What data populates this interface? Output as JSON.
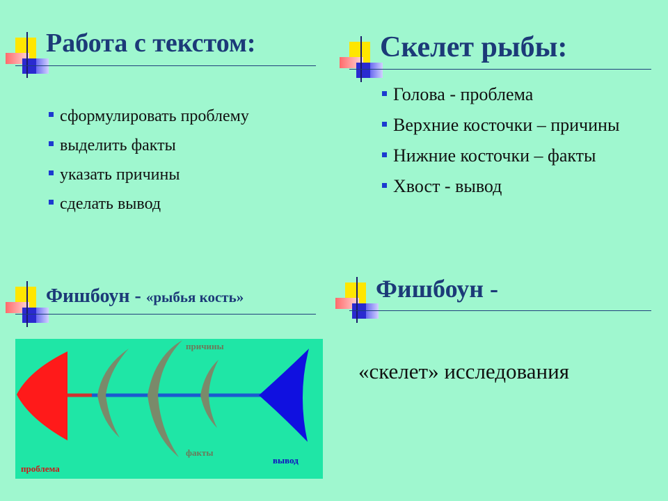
{
  "q1": {
    "title": "Работа с текстом:",
    "items": [
      "сформулировать проблему",
      "выделить факты",
      "указать причины",
      "сделать вывод"
    ]
  },
  "q2": {
    "title": "Скелет рыбы:",
    "items": [
      "Голова - проблема",
      "Верхние косточки – причины",
      "Нижние косточки – факты",
      "Хвост - вывод"
    ]
  },
  "q3": {
    "title_main": "Фишбоун - ",
    "title_sub": "«рыбья кость»",
    "fish": {
      "label_causes": "причины",
      "label_facts": "факты",
      "label_problem": "проблема",
      "label_conclusion": "вывод"
    }
  },
  "q4": {
    "title": "Фишбоун -",
    "text": "«скелет» исследования"
  },
  "colors": {
    "background": "#9ff7cf",
    "title": "#1c3a78",
    "bullet": "#1c3ad0",
    "fish_box": "#1fe6a6",
    "head": "#ff1a1a",
    "tail": "#1010e0",
    "bones": "#6e8a6a"
  }
}
